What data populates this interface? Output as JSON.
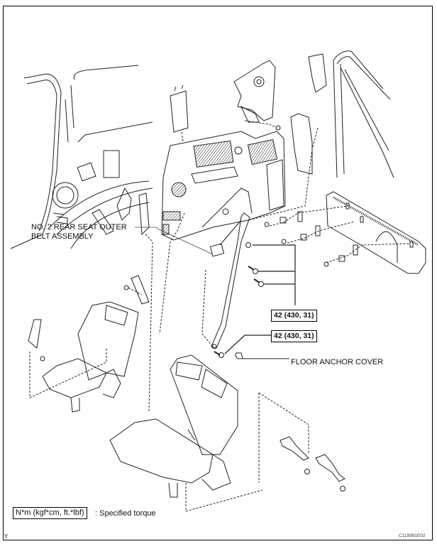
{
  "diagram": {
    "labels": {
      "belt_assembly_line1": "NO. 2 REAR SEAT OUTER",
      "belt_assembly_line2": "BELT ASSEMBLY",
      "floor_anchor_cover": "FLOOR ANCHOR COVER"
    },
    "torque_callouts": [
      {
        "value": "42 (430, 31)"
      },
      {
        "value": "42 (430, 31)"
      }
    ],
    "legend": {
      "unit_box": "N*m (kgf*cm, ft.*lbf)",
      "description": ": Specified torque"
    },
    "corner_mark": "Y",
    "figure_id": "C119381E02",
    "parts": [
      "quarter-trim-panel",
      "pillar-garnish",
      "upper-quarter-trim",
      "back-door-scuff-plate",
      "rear-seat-outer-belt",
      "left-seat",
      "right-seat",
      "center-belt-buckles",
      "floor-anchor-cover"
    ]
  }
}
